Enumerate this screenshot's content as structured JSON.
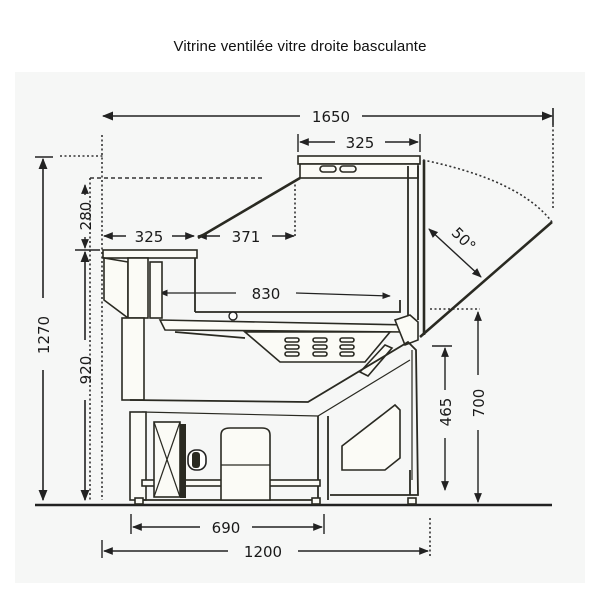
{
  "title": "Vitrine ventilée vitre droite basculante",
  "colors": {
    "line": "#2a2a22",
    "background": "#ffffff",
    "scan_area": "#f6f7f6"
  },
  "dimensions": {
    "overall_width": "1650",
    "top_canopy_depth": "325",
    "front_shelf_depth": "325",
    "glass_offset": "371",
    "shelf_depth": "830",
    "glass_height": "280",
    "overall_height": "1270",
    "counter_height": "920",
    "rear_height": "700",
    "rear_door_height": "465",
    "base_width": "690",
    "body_depth": "1200",
    "glass_tilt_angle": "50°"
  }
}
